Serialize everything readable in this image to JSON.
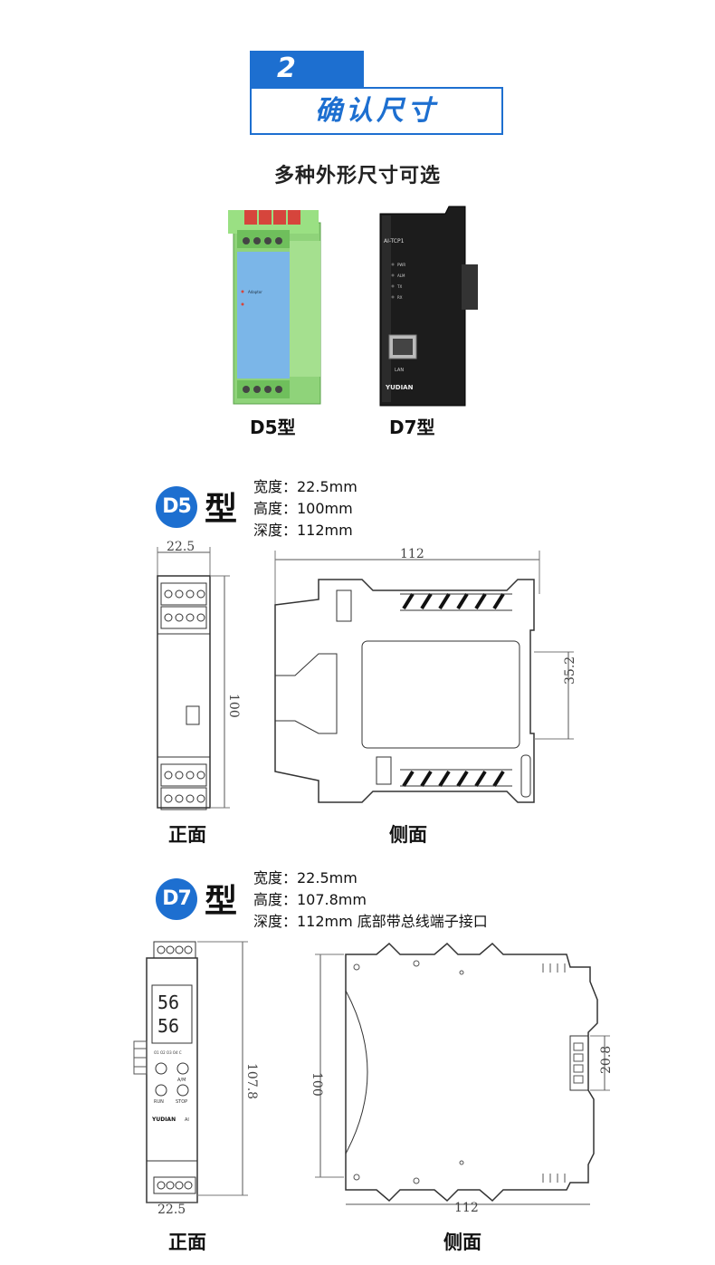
{
  "header": {
    "step_number": "2",
    "title": "确认尺寸",
    "subtitle": "多种外形尺寸可选"
  },
  "products": [
    {
      "label": "D5型",
      "device_text": "Adaptor"
    },
    {
      "label": "D7型",
      "device_text": "AI-TCP1",
      "leds": [
        "PWR",
        "ALM",
        "TX",
        "RX"
      ],
      "port": "LAN",
      "brand": "YUDIAN"
    }
  ],
  "d5": {
    "badge": "D5",
    "suffix": "型",
    "specs": [
      "宽度：22.5mm",
      "高度：100mm",
      "深度：112mm"
    ],
    "dims": {
      "width": "22.5",
      "height": "100",
      "depth": "112",
      "rail": "35.2"
    },
    "views": {
      "front": "正面",
      "side": "侧面"
    }
  },
  "d7": {
    "badge": "D7",
    "suffix": "型",
    "specs": [
      "宽度：22.5mm",
      "高度：107.8mm",
      "深度：112mm  底部带总线端子接口"
    ],
    "dims": {
      "width": "22.5",
      "height": "107.8",
      "depth": "112",
      "side_height": "100",
      "connector": "20.8"
    },
    "display": {
      "top": "56",
      "bottom": "56",
      "outputs": "O1 O2 O3 O4 C",
      "btn_am": "A/M",
      "btn_run": "RUN",
      "btn_stop": "STOP",
      "brand": "YUDIAN",
      "model": "AI"
    },
    "views": {
      "front": "正面",
      "side": "侧面"
    }
  },
  "colors": {
    "accent": "#1d6fd0",
    "green_body": "#8fd37a",
    "blue_panel": "#7bb6e8",
    "terminal_red": "#d6453c"
  }
}
